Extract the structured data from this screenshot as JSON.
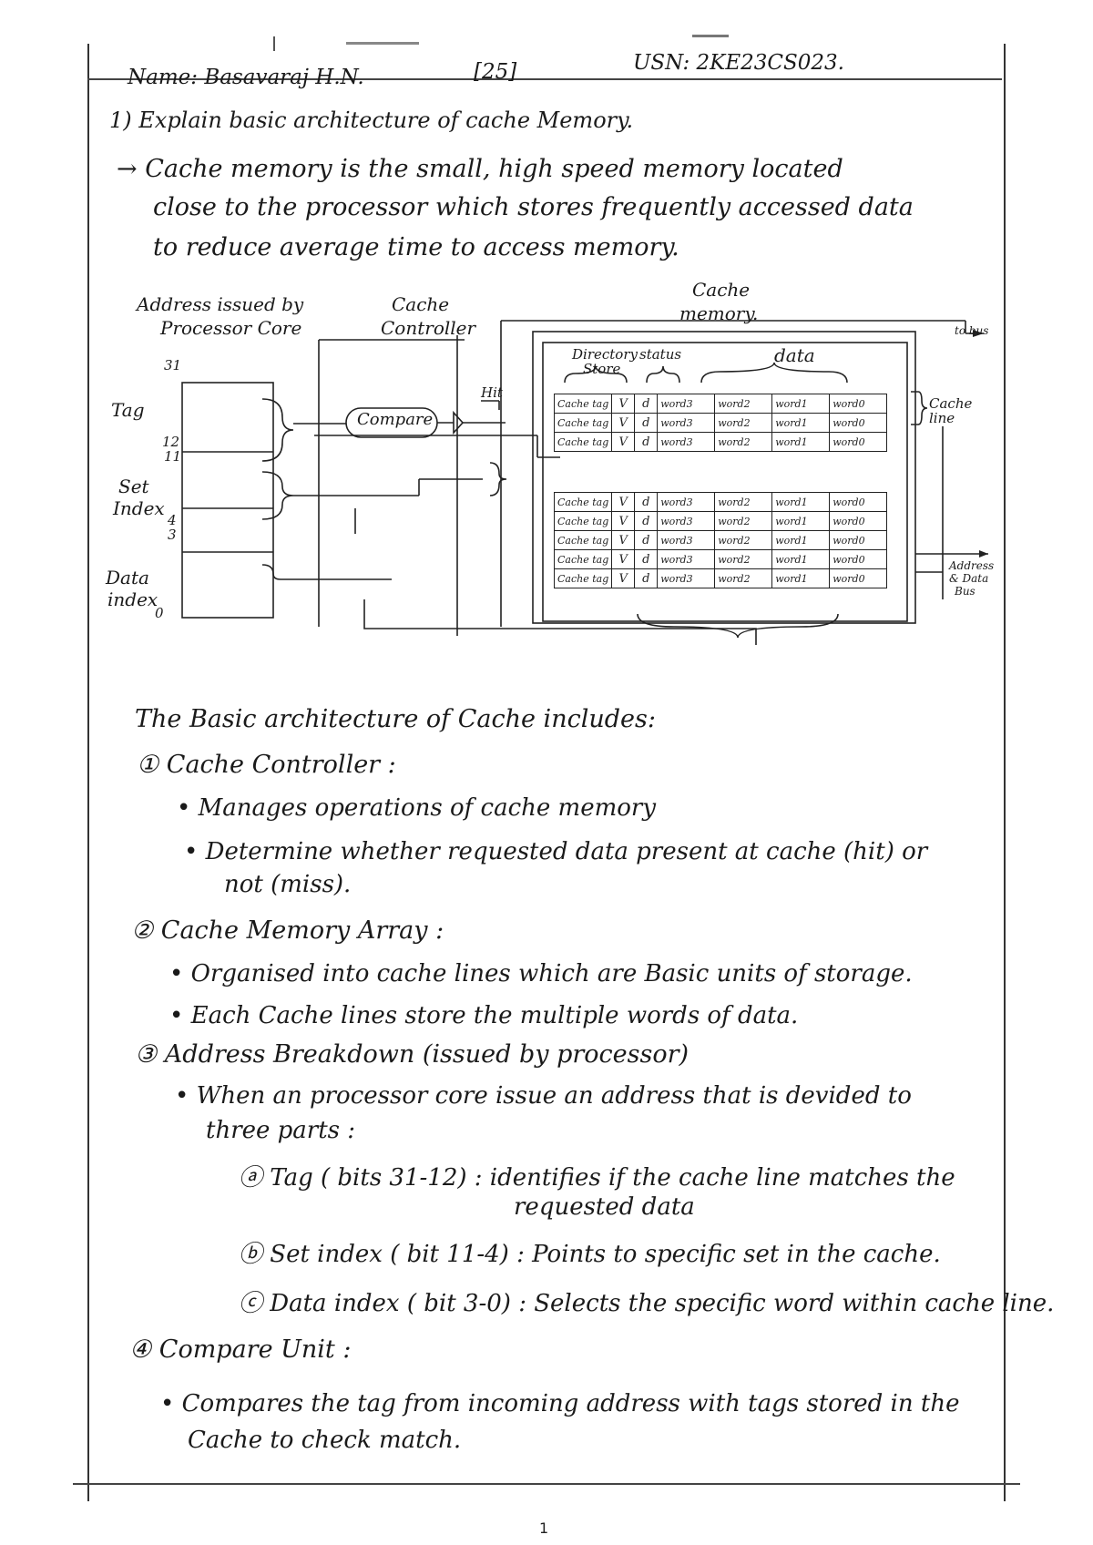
{
  "header": {
    "name": "Name: Basavaraj H.N.",
    "marks": "[25]",
    "usn": "USN: 2KE23CS023."
  },
  "question": {
    "title": "1) Explain basic architecture of cache Memory.",
    "definition_lines": [
      "→ Cache memory is the small, high speed memory located",
      "close to the processor which stores frequently accessed data",
      "to reduce average time to access memory."
    ]
  },
  "diagram": {
    "address_label": [
      "Address issued by",
      "Processor Core"
    ],
    "controller_label": [
      "Cache",
      "Controller"
    ],
    "memory_label": [
      "Cache",
      "memory."
    ],
    "bit_labels": [
      "31",
      "12",
      "11",
      "4",
      "3",
      "0"
    ],
    "field_labels": {
      "tag": "Tag",
      "set_index": [
        "Set",
        "Index"
      ],
      "data_index": [
        "Data",
        "index"
      ]
    },
    "compare": "Compare",
    "hit": "Hit",
    "directory_store": [
      "Directory",
      "Store"
    ],
    "status": "status",
    "data": "data",
    "cache_line": [
      "Cache",
      "line"
    ],
    "data_bus": [
      "Address",
      "& Data",
      "Bus"
    ],
    "to_bus": "to bus",
    "set1_rows": [
      [
        "Cache tag",
        "V",
        "d",
        "word3",
        "word2",
        "word1",
        "word0"
      ],
      [
        "Cache tag",
        "V",
        "d",
        "word3",
        "word2",
        "word1",
        "word0"
      ],
      [
        "Cache tag",
        "V",
        "d",
        "word3",
        "word2",
        "word1",
        "word0"
      ]
    ],
    "set2_rows": [
      [
        "Cache tag",
        "V",
        "d",
        "word3",
        "word2",
        "word1",
        "word0"
      ],
      [
        "Cache tag",
        "V",
        "d",
        "word3",
        "word2",
        "word1",
        "word0"
      ],
      [
        "Cache tag",
        "V",
        "d",
        "word3",
        "word2",
        "word1",
        "word0"
      ],
      [
        "Cache tag",
        "V",
        "d",
        "word3",
        "word2",
        "word1",
        "word0"
      ],
      [
        "Cache tag",
        "V",
        "d",
        "word3",
        "word2",
        "word1",
        "word0"
      ]
    ]
  },
  "notes": {
    "intro": "The Basic architecture of Cache includes:",
    "s1_heading": "① Cache Controller :",
    "s1_b1": "• Manages operations of cache memory",
    "s1_b2": "• Determine whether requested data present at cache (hit) or",
    "s1_b2_cont": "not (miss).",
    "s2_heading": "② Cache Memory Array :",
    "s2_b1": "• Organised into cache lines which are Basic units of storage.",
    "s2_b2": "• Each Cache lines store the multiple words of data.",
    "s3_heading": "③ Address Breakdown (issued by processor)",
    "s3_b1": "• When an processor core issue an address that is devided to",
    "s3_b1_cont": "three parts :",
    "s3_a": "ⓐ Tag ( bits 31-12) : identifies if the cache line matches the",
    "s3_a_cont": "requested data",
    "s3_b": "ⓑ Set index ( bit 11-4) : Points to specific set in the cache.",
    "s3_c": "ⓒ Data index ( bit 3-0) : Selects the specific word within cache line.",
    "s4_heading": "④ Compare Unit :",
    "s4_b1": "• Compares the tag from incoming address with tags stored in the",
    "s4_b1_cont": "Cache to check match."
  },
  "page_number": "1"
}
